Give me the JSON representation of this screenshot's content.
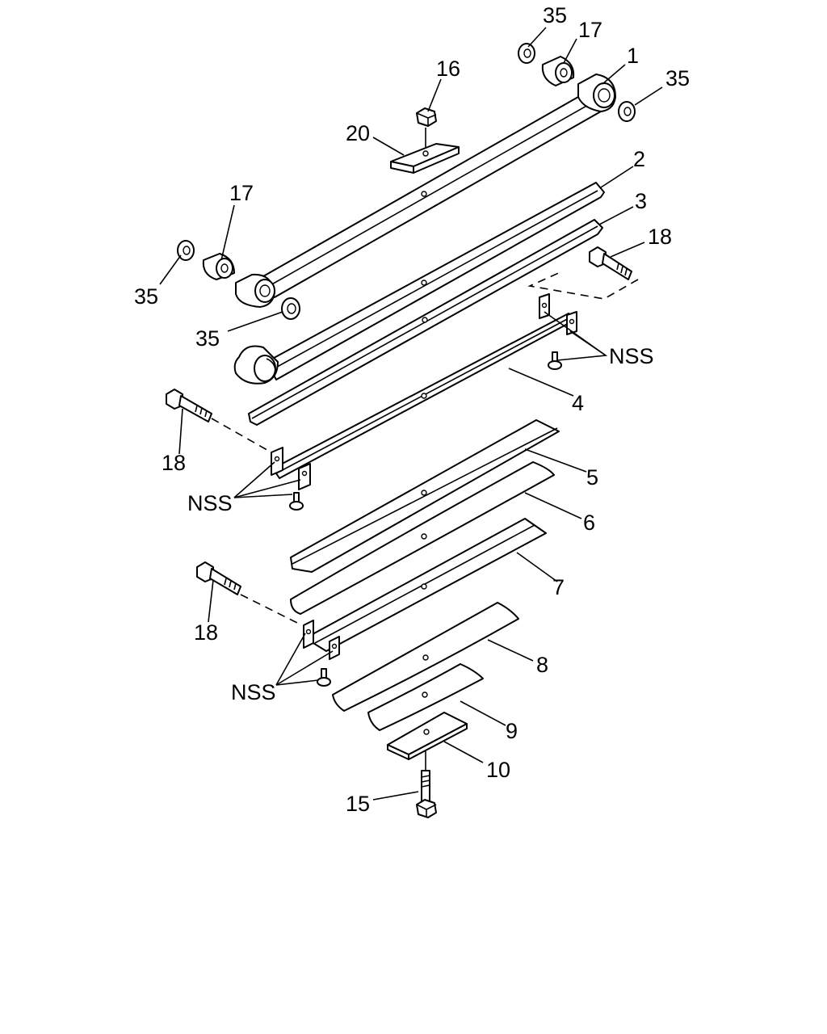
{
  "callouts": {
    "c35a": "35",
    "c17a": "17",
    "c1": "1",
    "c35b": "35",
    "c16": "16",
    "c20": "20",
    "c2": "2",
    "c3": "3",
    "c17b": "17",
    "c18a": "18",
    "c35c": "35",
    "c35d": "35",
    "nss_a": "NSS",
    "c4": "4",
    "c18b": "18",
    "nss_b": "NSS",
    "c5": "5",
    "c6": "6",
    "c7": "7",
    "c18c": "18",
    "nss_c": "NSS",
    "c8": "8",
    "c9": "9",
    "c10": "10",
    "c15": "15"
  }
}
